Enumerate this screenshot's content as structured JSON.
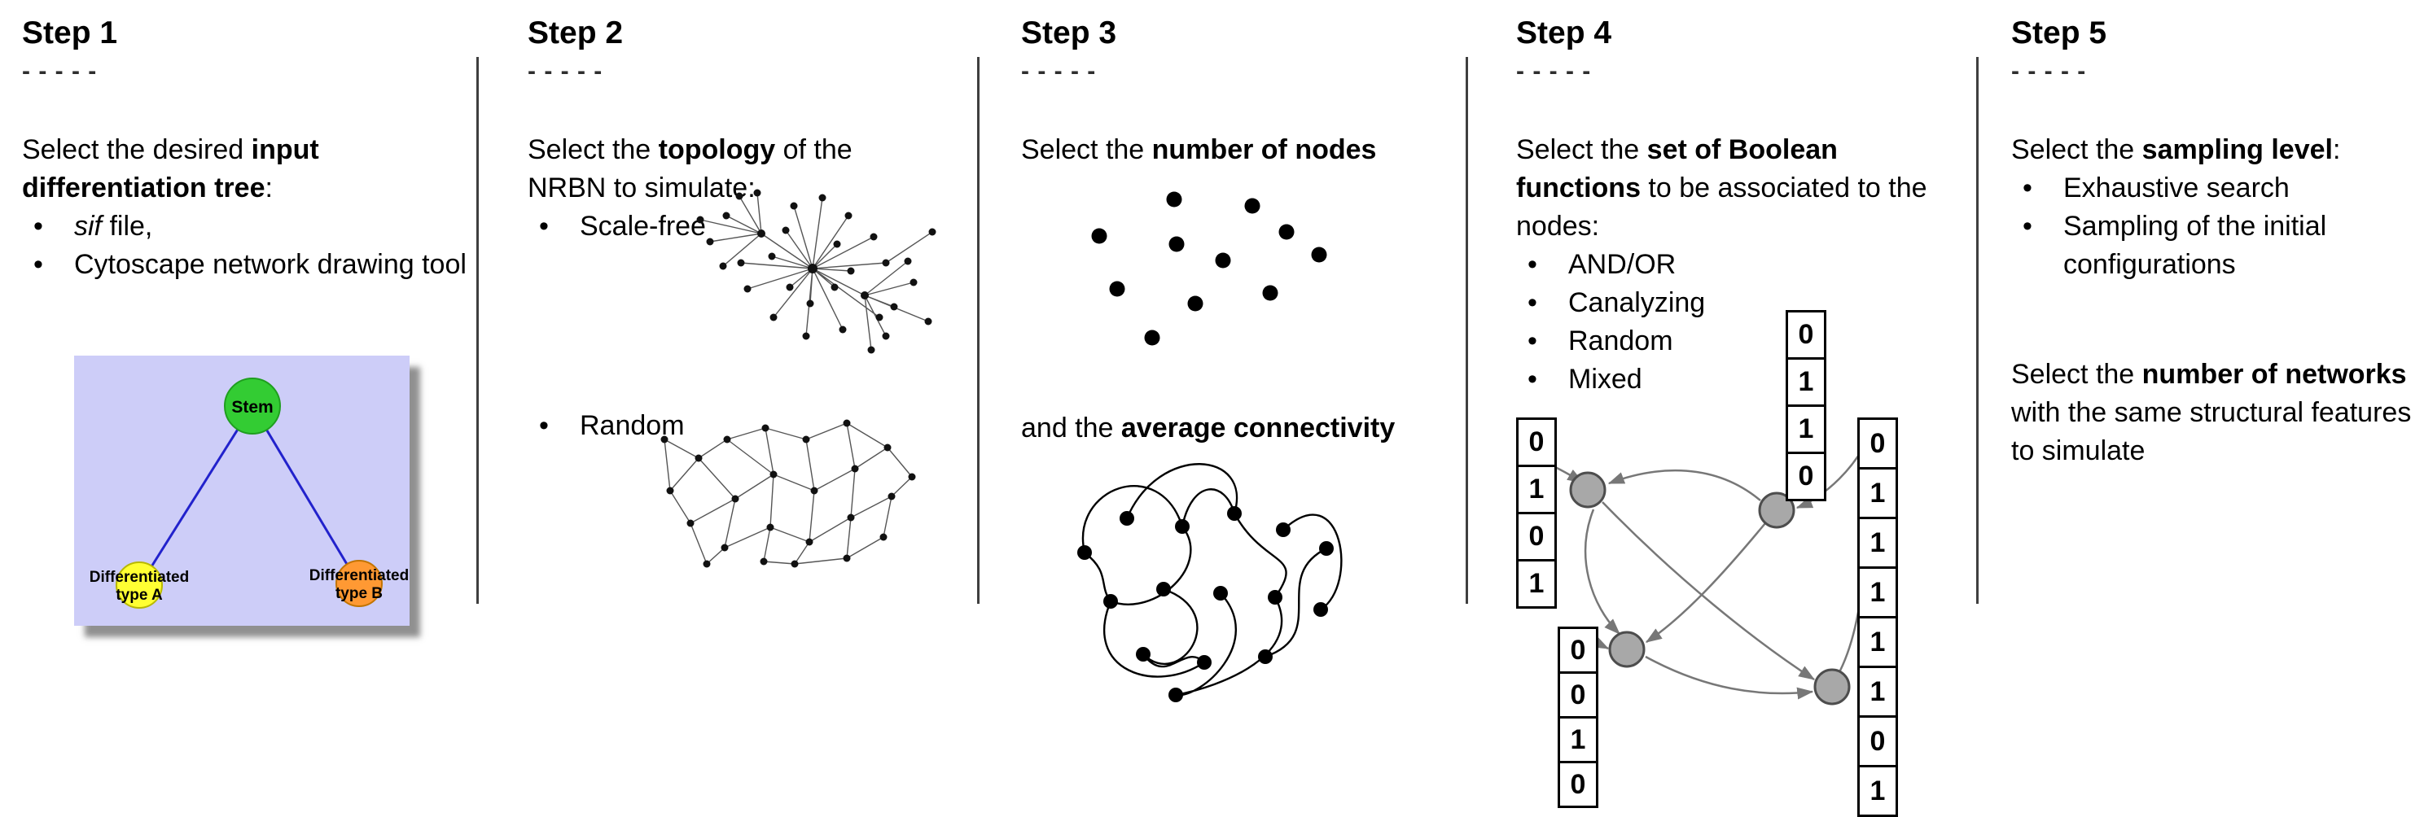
{
  "steps": [
    {
      "title": "Step 1",
      "dashes": "- - - - -",
      "intro": {
        "pre": "Select the desired ",
        "bold": "input differentiation tree",
        "post": ":"
      },
      "bullets": [
        {
          "italic": "sif",
          "text": " file,"
        },
        {
          "text": "Cytoscape network drawing tool"
        }
      ],
      "tree": {
        "background": "#cdcdf8",
        "stem": {
          "label": "Stem",
          "color": "#33cc33"
        },
        "type_a": {
          "line1": "Differentiated",
          "line2": "type A",
          "color": "#ffff33"
        },
        "type_b": {
          "line1": "Differentiated",
          "line2": "type B",
          "color": "#ff9933"
        },
        "edge_color": "#2222cc"
      }
    },
    {
      "title": "Step 2",
      "dashes": "- - - - -",
      "intro": {
        "pre": "Select the ",
        "bold": "topology",
        "post": " of the NRBN to simulate:"
      },
      "bullets": [
        {
          "text": "Scale-free"
        },
        {
          "text": "Random"
        }
      ]
    },
    {
      "title": "Step 3",
      "dashes": "- - - - -",
      "intro": {
        "pre": "Select the ",
        "bold": "number of nodes",
        "post": ""
      },
      "connectivity": {
        "pre": "and the ",
        "bold": "average connectivity",
        "post": ""
      }
    },
    {
      "title": "Step 4",
      "dashes": "- - - - -",
      "intro": {
        "pre": "Select the ",
        "bold": "set of Boolean functions",
        "post": " to be associated to the nodes:"
      },
      "bullets": [
        {
          "text": "AND/OR"
        },
        {
          "text": "Canalyzing"
        },
        {
          "text": "Random"
        },
        {
          "text": "Mixed"
        }
      ],
      "truth_tables": {
        "left": [
          "0",
          "1",
          "0",
          "1"
        ],
        "bottom_left": [
          "0",
          "0",
          "1",
          "0"
        ],
        "top": [
          "0",
          "1",
          "1",
          "0"
        ],
        "right": [
          "0",
          "1",
          "1",
          "1",
          "1",
          "1",
          "0",
          "1"
        ]
      },
      "node_color": "#a8a8a8",
      "arrow_color": "#777777"
    },
    {
      "title": "Step 5",
      "dashes": "- - - - -",
      "intro": {
        "pre": "Select the ",
        "bold": "sampling level",
        "post": ":"
      },
      "bullets": [
        {
          "text": "Exhaustive search"
        },
        {
          "text": "Sampling of the initial configurations"
        }
      ],
      "paragraph": {
        "pre": "Select the ",
        "bold": "number of networks",
        "post": " with the same structural features to simulate"
      }
    }
  ]
}
